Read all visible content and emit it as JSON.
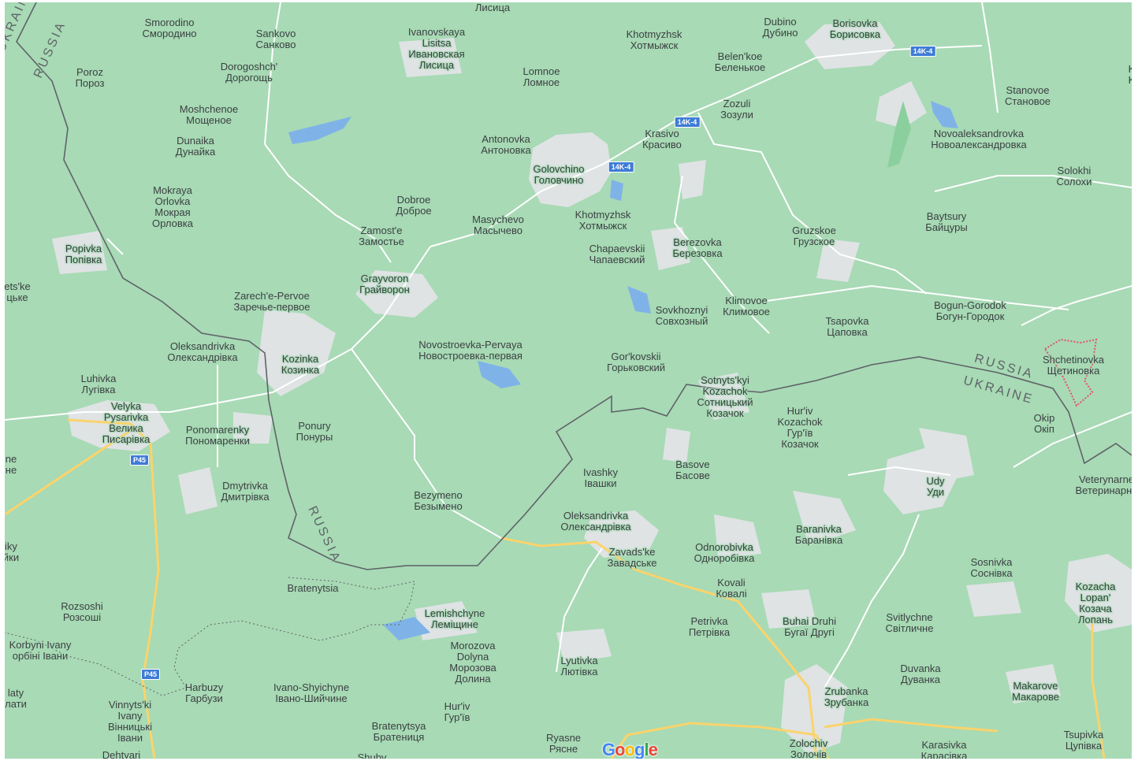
{
  "map": {
    "provider_logo": [
      "G",
      "o",
      "o",
      "g",
      "l",
      "e"
    ],
    "logo_colors": [
      "#4285f4",
      "#ea4335",
      "#fbbc05",
      "#4285f4",
      "#34a853",
      "#ea4335"
    ],
    "colors": {
      "land": "#a8dab5",
      "settlement": "#dfe3e4",
      "water": "#7fb3e8",
      "road_main": "#fbd36b",
      "road_minor": "#ffffff",
      "border": "#5f6368",
      "highway_shield": "#3e7bd6"
    },
    "places": [
      {
        "lines": [
          "Smorodino",
          "Смородино"
        ]
      },
      {
        "lines": [
          "Sankovo",
          "Санково"
        ]
      },
      {
        "lines": [
          "Poroz",
          "Пороз"
        ]
      },
      {
        "lines": [
          "Dorogoshch'",
          "Дорогощь"
        ]
      },
      {
        "lines": [
          "Moshchenoe",
          "Мощеное"
        ]
      },
      {
        "lines": [
          "Dunaika",
          "Дунайка"
        ]
      },
      {
        "lines": [
          "Mokraya",
          "Orlovka",
          "Мокрая",
          "Орловка"
        ]
      },
      {
        "lines": [
          "Popivka",
          "Попівка"
        ]
      },
      {
        "lines": [
          "ets'ke",
          "цьке"
        ]
      },
      {
        "lines": [
          "Zarech'e-Pervoe",
          "Заречье-первое"
        ]
      },
      {
        "lines": [
          "Oleksandrivka",
          "Олександрівка"
        ]
      },
      {
        "lines": [
          "Kozinka",
          "Козинка"
        ]
      },
      {
        "lines": [
          "Luhivka",
          "Лугівка"
        ]
      },
      {
        "lines": [
          "Velyka",
          "Pysarivka",
          "Велика",
          "Писарівка"
        ]
      },
      {
        "lines": [
          "Ponomarenky",
          "Пономаренки"
        ]
      },
      {
        "lines": [
          "ne",
          "не"
        ]
      },
      {
        "lines": [
          "Ponury",
          "Понуры"
        ]
      },
      {
        "lines": [
          "Dmytrivka",
          "Дмитрівка"
        ]
      },
      {
        "lines": [
          "Bezymeno",
          "Безымено"
        ]
      },
      {
        "lines": [
          "iky",
          "йки"
        ]
      },
      {
        "lines": [
          "Rozsoshi",
          "Розсоші"
        ]
      },
      {
        "lines": [
          "Korbyni Ivany",
          "орбіні Івани"
        ]
      },
      {
        "lines": [
          "Bratenytsia"
        ]
      },
      {
        "lines": [
          "Lemishchyne",
          "Леміщине"
        ]
      },
      {
        "lines": [
          "Morozova",
          "Dolyna",
          "Морозова",
          "Долина"
        ]
      },
      {
        "lines": [
          "Harbuzy",
          "Гарбузи"
        ]
      },
      {
        "lines": [
          "Ivano-Shyichyne",
          "Івано-Шийчине"
        ]
      },
      {
        "lines": [
          "Vinnyts'ki",
          "Ivany",
          "Вінницькі",
          "Івани"
        ]
      },
      {
        "lines": [
          "laty",
          "лати"
        ]
      },
      {
        "lines": [
          "Dehtyari"
        ]
      },
      {
        "lines": [
          "Hur'iv",
          "Гур'їв"
        ]
      },
      {
        "lines": [
          "Bratenytsya",
          "Братениця"
        ]
      },
      {
        "lines": [
          "Shuby"
        ]
      },
      {
        "lines": [
          "Ivanovskaya",
          "Lisitsa",
          "Ивановская",
          "Лисица"
        ]
      },
      {
        "lines": [
          "Лисица"
        ]
      },
      {
        "lines": [
          "Lomnoe",
          "Ломное"
        ]
      },
      {
        "lines": [
          "Antonovka",
          "Антоновка"
        ]
      },
      {
        "lines": [
          "Golovchino",
          "Головчино"
        ]
      },
      {
        "lines": [
          "Dobroe",
          "Доброе"
        ]
      },
      {
        "lines": [
          "Zamost'e",
          "Замостье"
        ]
      },
      {
        "lines": [
          "Masychevo",
          "Масычево"
        ]
      },
      {
        "lines": [
          "Grayvoron",
          "Грайворон"
        ]
      },
      {
        "lines": [
          "Novostroevka-Pervaya",
          "Новостроевка-первая"
        ]
      },
      {
        "lines": [
          "Khotmyzhsk",
          "Хотмыжск"
        ]
      },
      {
        "lines": [
          "Khotmyzhsk",
          "Хотмыжск"
        ]
      },
      {
        "lines": [
          "Krasivo",
          "Красиво"
        ]
      },
      {
        "lines": [
          "Chapaevskii",
          "Чапаевский"
        ]
      },
      {
        "lines": [
          "Dubino",
          "Дубино"
        ]
      },
      {
        "lines": [
          "Borisovka",
          "Борисовка"
        ]
      },
      {
        "lines": [
          "Belen'koe",
          "Беленькое"
        ]
      },
      {
        "lines": [
          "Zozuli",
          "Зозули"
        ]
      },
      {
        "lines": [
          "Berezovka",
          "Березовка"
        ]
      },
      {
        "lines": [
          "Sovkhoznyi",
          "Совхозный"
        ]
      },
      {
        "lines": [
          "Klimovoe",
          "Климовое"
        ]
      },
      {
        "lines": [
          "Gruzskoe",
          "Грузское"
        ]
      },
      {
        "lines": [
          "Gor'kovskii",
          "Горьковский"
        ]
      },
      {
        "lines": [
          "Sotnyts'kyi",
          "Kozachok",
          "Сотницький",
          "Козачок"
        ]
      },
      {
        "lines": [
          "Tsapovka",
          "Цаповка"
        ]
      },
      {
        "lines": [
          "Hur'iv",
          "Kozachok",
          "Гур'їв",
          "Козачок"
        ]
      },
      {
        "lines": [
          "Ivashky",
          "Івашки"
        ]
      },
      {
        "lines": [
          "Basove",
          "Басове"
        ]
      },
      {
        "lines": [
          "Oleksandrivka",
          "Олександрівка"
        ]
      },
      {
        "lines": [
          "Zavads'ke",
          "Завадське"
        ]
      },
      {
        "lines": [
          "Odnorobivka",
          "Одноробівка"
        ]
      },
      {
        "lines": [
          "Baranivka",
          "Баранівка"
        ]
      },
      {
        "lines": [
          "Kovali",
          "Ковалі"
        ]
      },
      {
        "lines": [
          "Petrivka",
          "Петрівка"
        ]
      },
      {
        "lines": [
          "Buhai Druhi",
          "Бугаї Другі"
        ]
      },
      {
        "lines": [
          "Lyutivka",
          "Лютівка"
        ]
      },
      {
        "lines": [
          "Ryasne",
          "Рясне"
        ]
      },
      {
        "lines": [
          "Zolochiv",
          "Золочів"
        ]
      },
      {
        "lines": [
          "Zrubanka",
          "Зрубанка"
        ]
      },
      {
        "lines": [
          "Stanovoe",
          "Становое"
        ]
      },
      {
        "lines": [
          "Novoaleksandrovka",
          "Новоалександровка"
        ]
      },
      {
        "lines": [
          "Solokhi",
          "Солохи"
        ]
      },
      {
        "lines": [
          "Baytsury",
          "Байцуры"
        ]
      },
      {
        "lines": [
          "Bogun-Gorodok",
          "Богун-Городок"
        ]
      },
      {
        "lines": [
          "Shchetinovka",
          "Щетиновка"
        ]
      },
      {
        "lines": [
          "Okip",
          "Окіп"
        ]
      },
      {
        "lines": [
          "Udy",
          "Уди"
        ]
      },
      {
        "lines": [
          "Veterynarne",
          "Ветеринарне"
        ]
      },
      {
        "lines": [
          "Sosnivka",
          "Соснівка"
        ]
      },
      {
        "lines": [
          "Kozacha",
          "Lopan'",
          "Козача",
          "Лопань"
        ]
      },
      {
        "lines": [
          "Svitlychne",
          "Світличне"
        ]
      },
      {
        "lines": [
          "Duvanka",
          "Дуванка"
        ]
      },
      {
        "lines": [
          "Makarove",
          "Макарове"
        ]
      },
      {
        "lines": [
          "Karasivka",
          "Карасівка"
        ]
      },
      {
        "lines": [
          "Tsupivka",
          "Цупівка"
        ]
      },
      {
        "lines": [
          "K",
          "K"
        ]
      }
    ],
    "shields": [
      "14K-4",
      "14K-4",
      "14K-4",
      "P45",
      "P45"
    ],
    "border_labels": [
      "RUSSIA",
      "RUSSIA",
      "RUSSIA",
      "UKRAINE",
      "UKRAINE"
    ]
  }
}
